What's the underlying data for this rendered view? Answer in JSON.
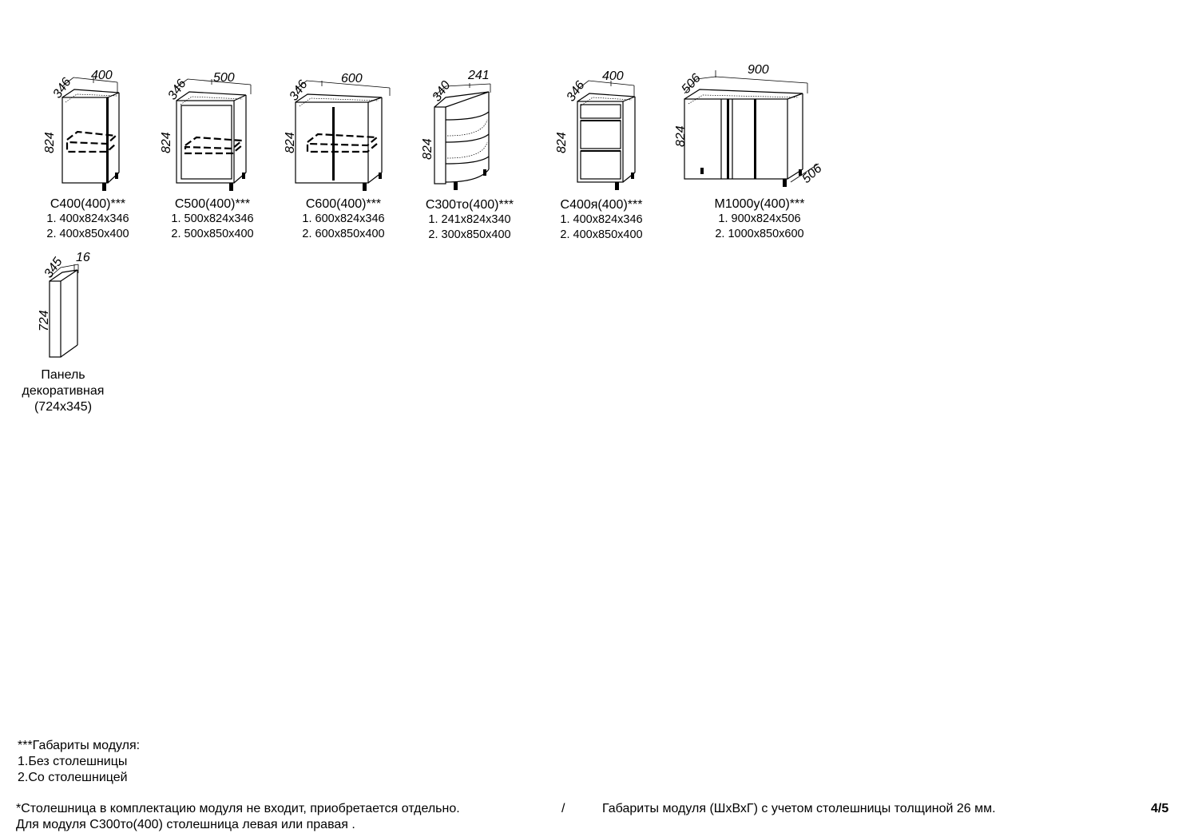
{
  "modules": [
    {
      "name": "С400(400)***",
      "line1": "1. 400x824x346",
      "line2": "2. 400x850x400",
      "width": "400",
      "depth": "346",
      "height": "824"
    },
    {
      "name": "С500(400)***",
      "line1": "1. 500x824x346",
      "line2": "2. 500x850x400",
      "width": "500",
      "depth": "346",
      "height": "824"
    },
    {
      "name": "С600(400)***",
      "line1": "1. 600x824x346",
      "line2": "2. 600x850x400",
      "width": "600",
      "depth": "346",
      "height": "824"
    },
    {
      "name": "С300то(400)***",
      "line1": "1. 241x824x340",
      "line2": "2. 300x850x400",
      "width": "241",
      "depth": "340",
      "height": "824"
    },
    {
      "name": "С400я(400)***",
      "line1": "1. 400x824x346",
      "line2": "2. 400x850x400",
      "width": "400",
      "depth": "346",
      "height": "824"
    },
    {
      "name": "М1000у(400)***",
      "line1": "1. 900x824x506",
      "line2": "2. 1000x850x600",
      "width": "900",
      "depth": "506",
      "depth2": "506",
      "height": "824"
    }
  ],
  "panel": {
    "name1": "Панель",
    "name2": "декоративная",
    "name3": "(724x345)",
    "width": "16",
    "depth": "345",
    "height": "724"
  },
  "legend": {
    "l1": "***Габариты модуля:",
    "l2": "1.Без столешницы",
    "l3": "2.Со столешницей"
  },
  "footer": {
    "note1": "*Столешница в комплектацию модуля не входит, приобретается отдельно.",
    "note2": "Для модуля С300то(400) столешница левая или правая .",
    "slash": "/",
    "note3": "Габариты модуля (ШхВхГ) с учетом столешницы толщиной 26 мм.",
    "page": "4/5"
  }
}
